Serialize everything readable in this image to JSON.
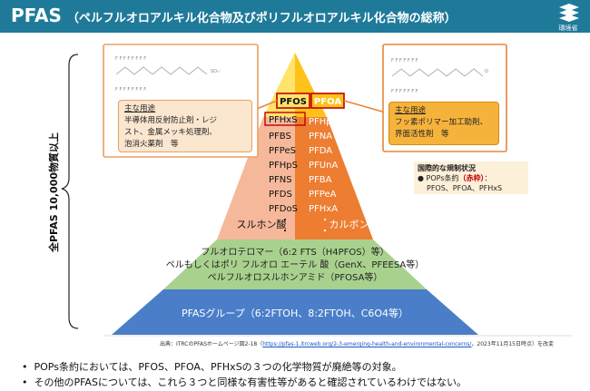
{
  "header": {
    "title": "PFAS",
    "subtitle": "（ペルフルオロアルキル化合物及びポリフルオロアルキル化合物の総称）",
    "ministry": "環境省"
  },
  "side_label": "全PFAS 10,000物質以上",
  "pyramid": {
    "pfos_label": "PFOS",
    "pfoa_label": "PFOA",
    "sulfonic": {
      "highlight": "PFHxS",
      "items": [
        "PFBS",
        "PFPeS",
        "PFHpS",
        "PFNS",
        "PFDS",
        "PFDoS",
        "・",
        "・"
      ],
      "group_label": "スルホン酸"
    },
    "carboxylic": {
      "items": [
        "PFHpA",
        "PFNA",
        "PFDA",
        "PFUnA",
        "PFBA",
        "PFPeA",
        "PFHxA",
        "・",
        "・"
      ],
      "group_label": "カルボン酸"
    },
    "green_band": [
      "フルオロテロマー（6:2 FTS（H4PFOS）等）",
      "ペルもしくはポリ フルオロ エーテル 酸（GenX、PFEESA等）",
      "ペルフルオロスルホンアミド（PFOSA等）"
    ],
    "blue_band": "PFASグループ（6:2FTOH、8:2FTOH、C6O4等）"
  },
  "callouts": {
    "pfos_usage": {
      "head": "主な用途",
      "lines": [
        "半導体用反射防止剤・レジ",
        "スト、金属メッキ処理剤、",
        "泡消火薬剤　等"
      ]
    },
    "pfoa_usage": {
      "head": "主な用途",
      "lines": [
        "フッ素ポリマー加工助剤、",
        "界面活性剤　等"
      ]
    }
  },
  "regulation": {
    "title": "国際的な規制状況",
    "line1_prefix": "● POPs条約",
    "line1_red": "（赤枠）",
    "line1_suffix": "：",
    "line2": "PFOS、PFOA、PFHxS"
  },
  "source": {
    "prefix": "出典：ITRCのPFASホームページ図2-18（",
    "url": "https://pfas-1.itrcweb.org/2-3-emerging-health-and-environmental-concerns/",
    "suffix": "，2023年11月15日時点）を改変"
  },
  "bullets": [
    "POPs条約においては、PFOS、PFOA、PFHxSの３つの化学物質が廃絶等の対象。",
    "その他のPFASについては、これら３つと同様な有害性等があると確認されているわけではない。"
  ],
  "colors": {
    "header": "#1f7a9a",
    "pfos_yellow": "#ffe36b",
    "pfoa_yellow": "#ffc21a",
    "sulfonic_fill": "#f6b89a",
    "carboxylic_fill": "#ed7d31",
    "green_band": "#a9d18e",
    "blue_band": "#4a7ec8",
    "highlight_red": "#c00000"
  }
}
